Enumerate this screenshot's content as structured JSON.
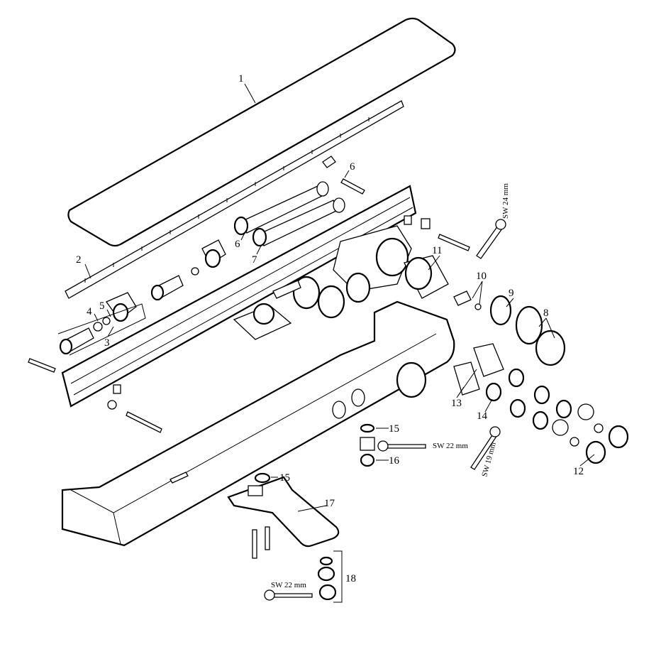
{
  "diagram": {
    "part_labels": [
      "1",
      "2",
      "3",
      "4",
      "5",
      "6",
      "6",
      "7",
      "8",
      "9",
      "10",
      "11",
      "12",
      "13",
      "14",
      "15",
      "15",
      "16",
      "17",
      "18"
    ],
    "wrench_labels": {
      "sw24": "SW 24 mm",
      "sw22_upper": "SW 22 mm",
      "sw19": "SW 19 mm",
      "sw22_lower": "SW 22 mm"
    },
    "colors": {
      "line": "#000000",
      "background": "#ffffff"
    }
  }
}
